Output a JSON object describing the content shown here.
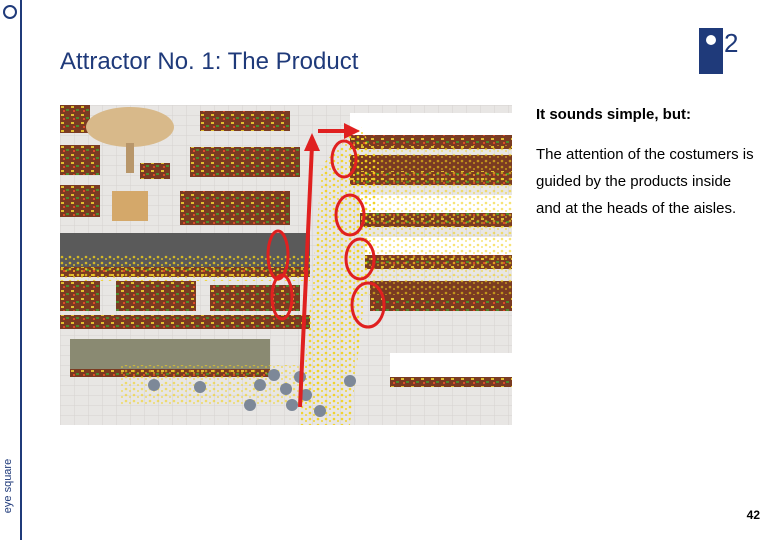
{
  "sidebar": {
    "brand": "eye square"
  },
  "slide": {
    "title": "Attractor No. 1: The Product",
    "subhead": "It sounds simple, but:",
    "body": "The attention of the costumers is guided by the products inside and at the heads of the aisles.",
    "page_number": "42"
  },
  "logo": {
    "glyph": "2",
    "color": "#1f3a7a"
  },
  "image": {
    "highlight_color": "#e02020",
    "heatmap_color": "#f2d21a"
  }
}
